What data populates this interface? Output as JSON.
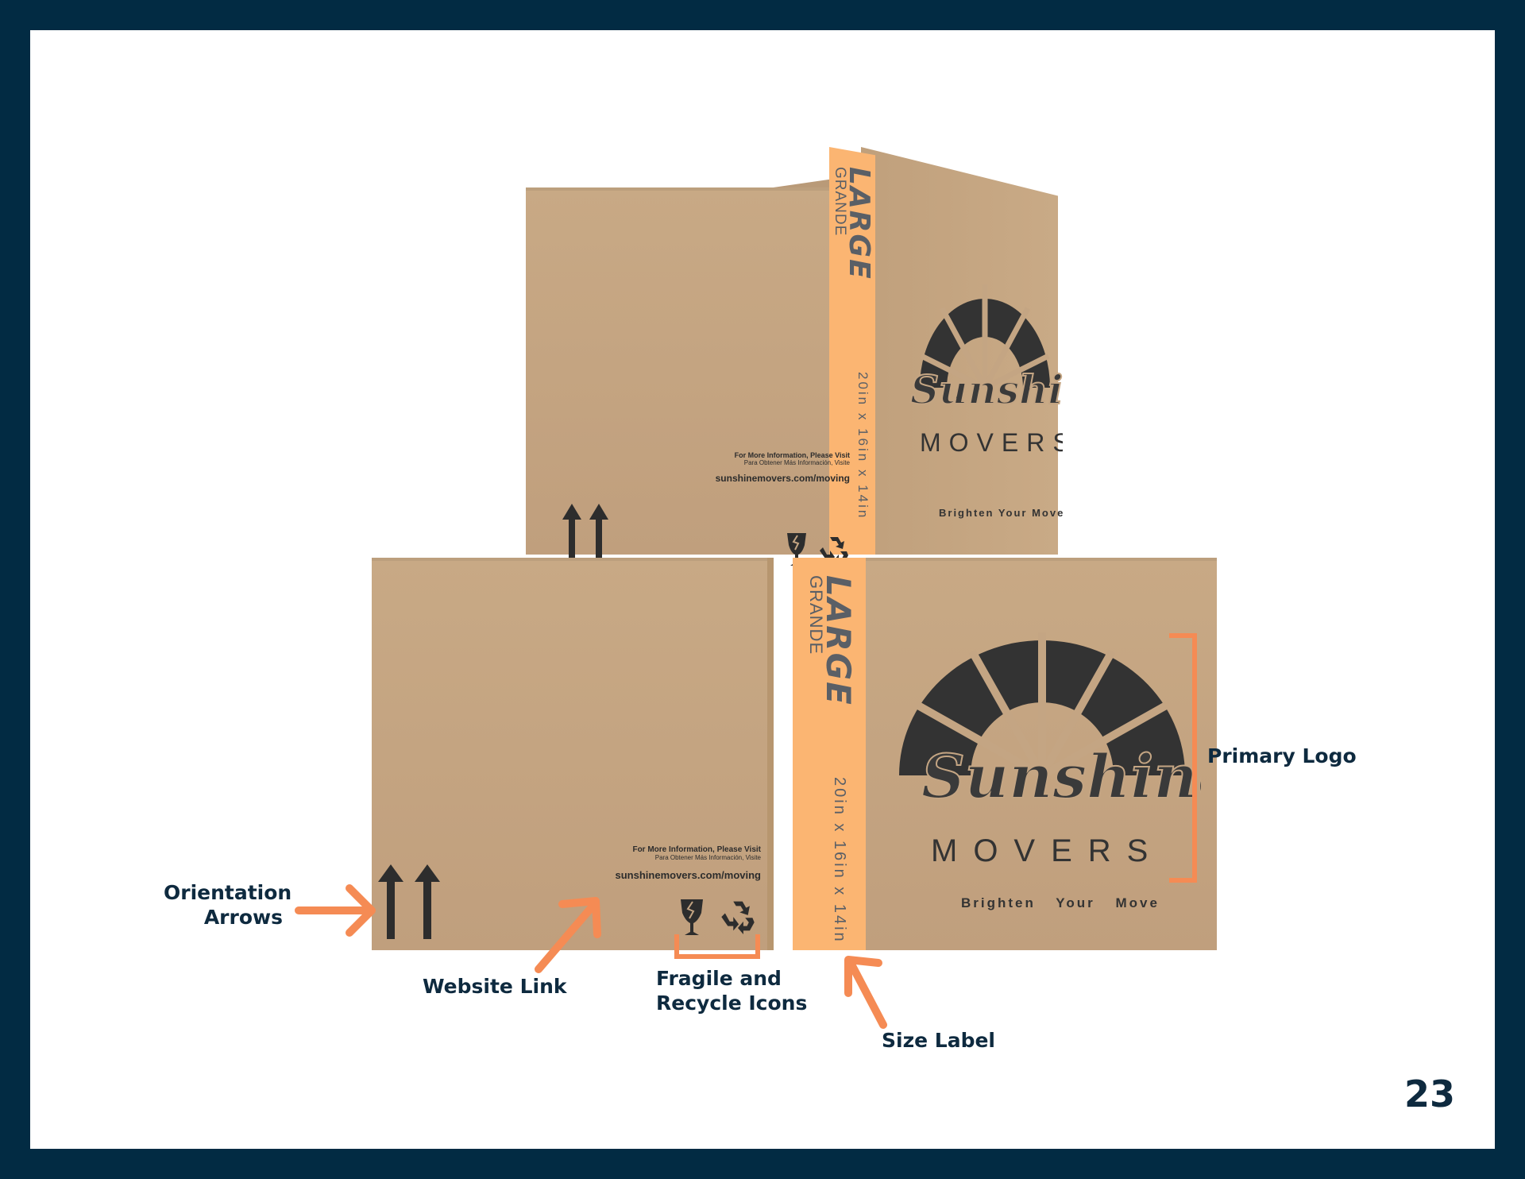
{
  "page": {
    "number": "23"
  },
  "box": {
    "size_primary": "LARGE",
    "size_secondary": "GRANDE",
    "dimensions": "20in x 16in x 14in",
    "info_line_1": "For More Information, Please Visit",
    "info_line_2": "Para Obtener Más Información, Visite",
    "website": "sunshinemovers.com/moving",
    "logo_script": "Sunshine",
    "logo_wordmark": "MOVERS",
    "tagline": "Brighten Your Move"
  },
  "callouts": {
    "orientation_line_1": "Orientation",
    "orientation_line_2": "Arrows",
    "website": "Website Link",
    "icons_line_1": "Fragile and",
    "icons_line_2": "Recycle Icons",
    "size": "Size Label",
    "logo": "Primary Logo"
  },
  "colors": {
    "frame": "#022b43",
    "accent": "#f58b54",
    "cardboard": "#c4a583",
    "size_band": "#fbb572",
    "ink": "#0e2a3f"
  },
  "icons": [
    "orientation-arrows-icon",
    "fragile-glass-icon",
    "recycle-icon",
    "sunburst-logo-icon"
  ]
}
